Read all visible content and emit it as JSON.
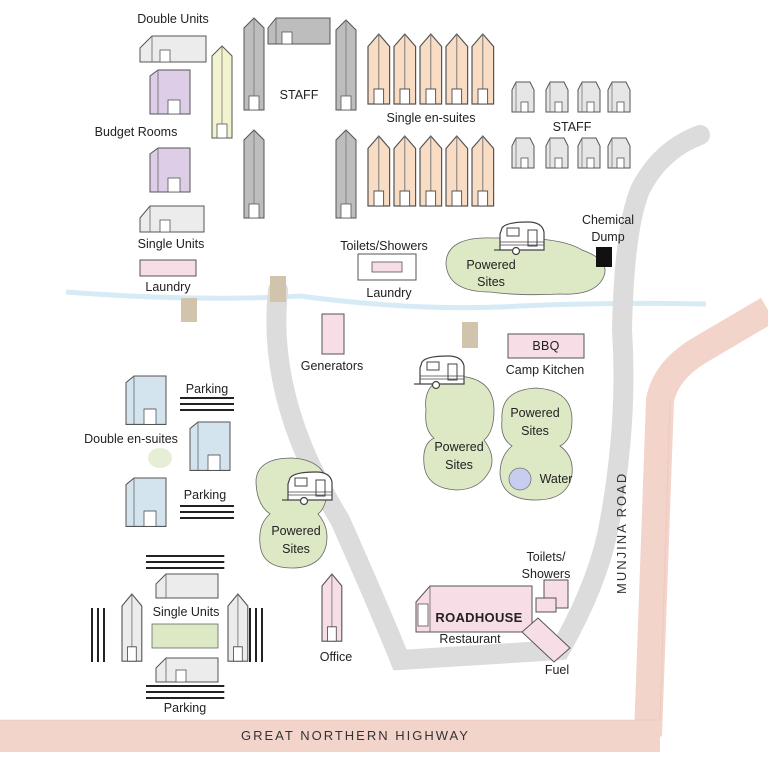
{
  "colors": {
    "highway": "#f3d4cb",
    "internal_road": "#dcdcdc",
    "creek": "#d7ebf7",
    "powered_site": "#dde8c4",
    "water": "#c8cdef",
    "building_pink": "#f6dde6",
    "building_purple": "#ddcde6",
    "building_yellow": "#f3f3cf",
    "building_gray": "#bdbdbd",
    "building_orange": "#f9dcc4",
    "building_blue": "#d3e4ee",
    "building_white": "#ececec",
    "dump": "#111111",
    "crossing": "#d2c3ad"
  },
  "roads": {
    "highway": "GREAT NORTHERN HIGHWAY",
    "side_road": "MUNJINA ROAD"
  },
  "labels": {
    "double_units": "Double Units",
    "budget_rooms": "Budget Rooms",
    "single_units_top": "Single Units",
    "laundry_left": "Laundry",
    "staff_left": "STAFF",
    "single_ensuites": "Single en-suites",
    "staff_right": "STAFF",
    "chemical_dump_1": "Chemical",
    "chemical_dump_2": "Dump",
    "toilets_showers_top": "Toilets/Showers",
    "laundry_center": "Laundry",
    "powered_sites_1a": "Powered",
    "powered_sites_1b": "Sites",
    "generators": "Generators",
    "bbq": "BBQ",
    "camp_kitchen": "Camp Kitchen",
    "parking_1": "Parking",
    "double_ensuites": "Double en-suites",
    "parking_2": "Parking",
    "powered_sites_2a": "Powered",
    "powered_sites_2b": "Sites",
    "powered_sites_3a": "Powered",
    "powered_sites_3b": "Sites",
    "powered_sites_4a": "Powered",
    "powered_sites_4b": "Sites",
    "water": "Water",
    "single_units_bottom": "Single Units",
    "parking_bottom": "Parking",
    "office": "Office",
    "toilets_showers_1": "Toilets/",
    "toilets_showers_2": "Showers",
    "roadhouse": "ROADHOUSE",
    "restaurant": "Restaurant",
    "fuel": "Fuel"
  }
}
